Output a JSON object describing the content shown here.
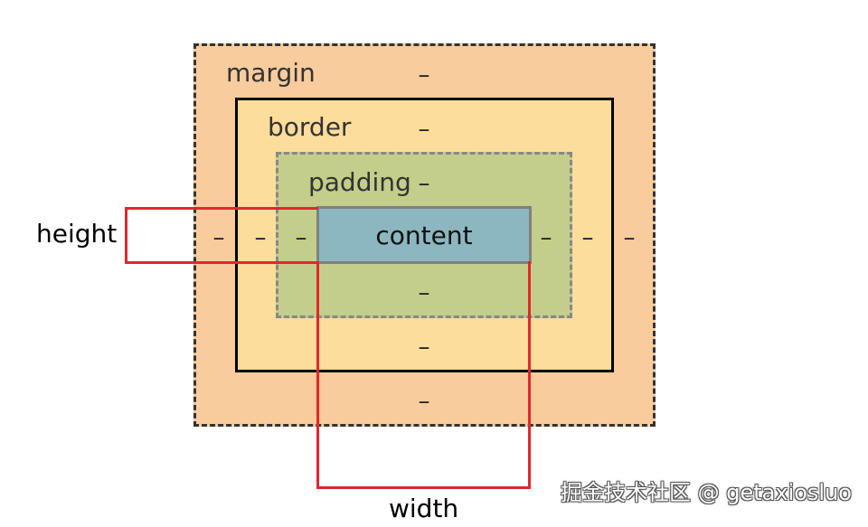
{
  "labels": {
    "margin": "margin",
    "border": "border",
    "padding": "padding",
    "content": "content",
    "height": "height",
    "width": "width"
  },
  "dashes": {
    "margin_top": "–",
    "margin_bottom": "–",
    "margin_left": "–",
    "margin_right": "–",
    "border_top": "–",
    "border_bottom": "–",
    "border_left": "–",
    "border_right": "–",
    "padding_top": "–",
    "padding_bottom": "–",
    "padding_left": "–",
    "padding_right": "–"
  },
  "colors": {
    "margin": "#f9cc9d",
    "border": "#fddd9b",
    "padding": "#c3ce8a",
    "content": "#8cb6c0",
    "highlight": "#e0272e"
  },
  "watermark": "掘金技术社区 @ getaxiosluo"
}
